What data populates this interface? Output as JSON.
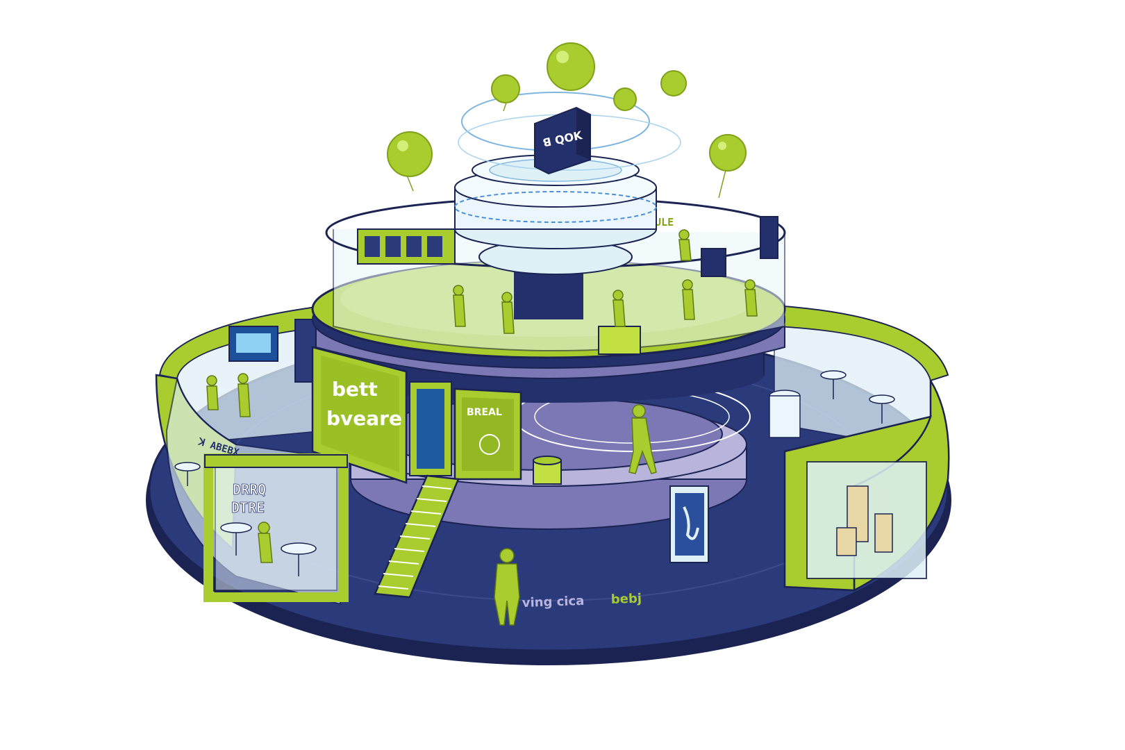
{
  "scene": {
    "kind": "illustration",
    "subject": "circular multi-level exhibition booth",
    "colors": {
      "lime": "#a9cc2e",
      "lime_dark": "#7fa11a",
      "navy": "#23306b",
      "navy_floor": "#2b3a7a",
      "purple": "#7c77b5",
      "lavender": "#b8b4dc",
      "glass": "#dff0f7",
      "outline": "#1b2352"
    }
  },
  "signs": {
    "top_cube": "ꓭ QOK",
    "main_screen_line1": "bett",
    "main_screen_line2": "bveare",
    "side_panel": "BREAL",
    "left_wall_banner": "ꓘ ABEBX",
    "left_kiosk_line1": "DRRQ",
    "left_kiosk_line2": "DTRE",
    "upper_ring_banner": "ZUULE",
    "floor_text_part1": "ving cica",
    "floor_text_part2": "bebj"
  },
  "icons": {
    "balloons": "balloon-icon",
    "people": "person-figure-icon",
    "stairs": "staircase-icon",
    "tables": "cafe-table-icon"
  }
}
